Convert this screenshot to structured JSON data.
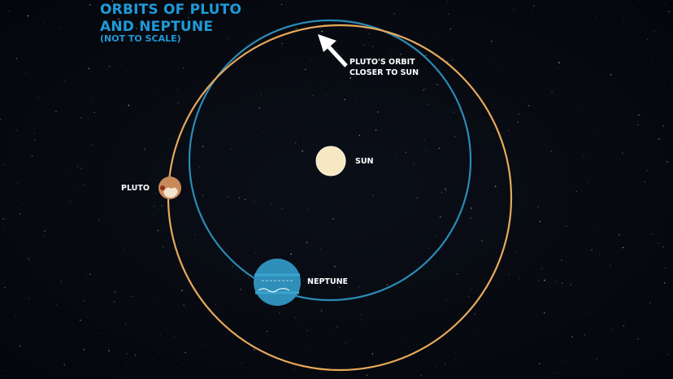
{
  "title_line1": "ORBITS OF PLUTO",
  "title_line2": "AND NEPTUNE",
  "subtitle": "(NOT TO SCALE)",
  "annotation_line1": "PLUTO'S ORBIT",
  "annotation_line2": "CLOSER TO SUN",
  "labels": {
    "sun": "SUN",
    "pluto": "PLUTO",
    "neptune": "NEPTUNE"
  },
  "colors": {
    "title": "#1e9ad8",
    "neptune_orbit": "#2a8bb5",
    "pluto_orbit": "#e8a95a",
    "sun": "#f7e8c4",
    "neptune": "#2f8fb8",
    "pluto": "#c98a5a"
  }
}
